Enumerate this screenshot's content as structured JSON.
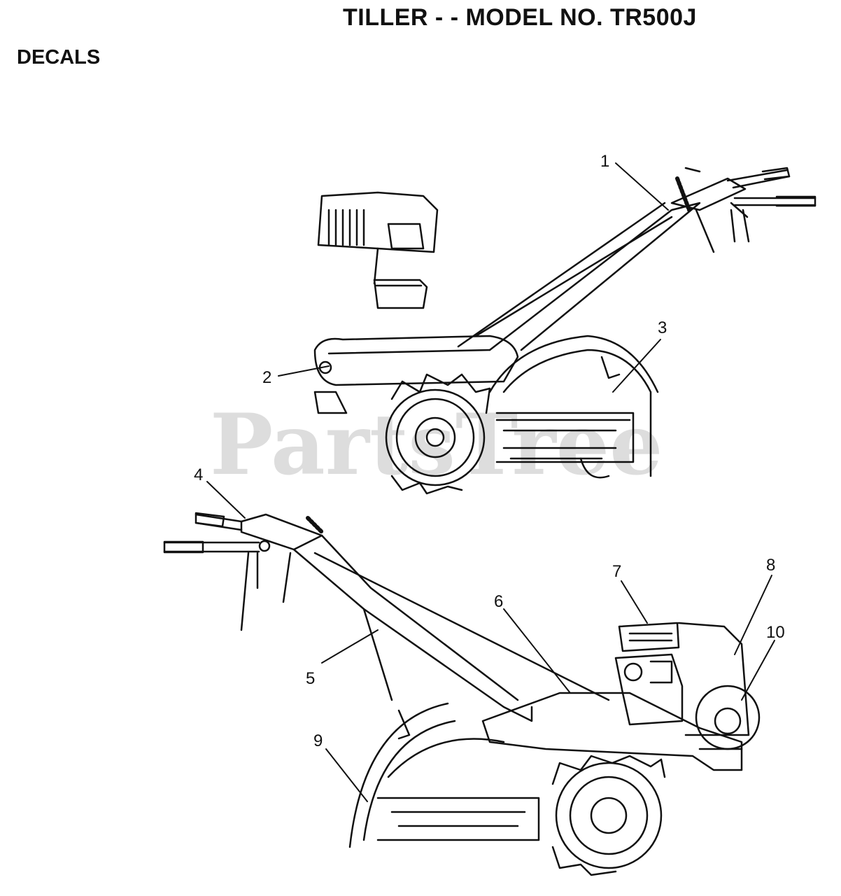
{
  "header": {
    "title": "TILLER - - MODEL NO. TR500J",
    "section": "DECALS"
  },
  "watermark": "PartsTree",
  "callouts": [
    "1",
    "2",
    "3",
    "4",
    "5",
    "6",
    "7",
    "8",
    "9",
    "10"
  ]
}
